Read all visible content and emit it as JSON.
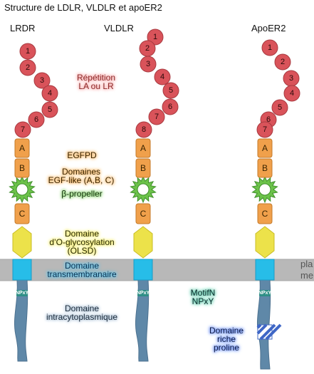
{
  "title": "Structure de LDLR, VLDLR et apoER2",
  "receptors": [
    {
      "name": "LRDR",
      "la_repeats": [
        "1",
        "2",
        "3",
        "4",
        "5",
        "6",
        "7"
      ],
      "egf_a": "A",
      "egf_b": "B",
      "egf_c": "C",
      "npxy": "NPxY",
      "has_proline_domain": false
    },
    {
      "name": "VLDLR",
      "la_repeats": [
        "1",
        "2",
        "3",
        "4",
        "5",
        "6",
        "7",
        "8"
      ],
      "egf_a": "A",
      "egf_b": "B",
      "egf_c": "C",
      "npxy": "NPxY",
      "has_proline_domain": false
    },
    {
      "name": "ApoER2",
      "la_repeats": [
        "1",
        "2",
        "3",
        "4",
        "5",
        "6",
        "7"
      ],
      "egf_a": "A",
      "egf_b": "B",
      "egf_c": "C",
      "npxy": "NPxY",
      "has_proline_domain": true
    }
  ],
  "legend": {
    "la_repeat": [
      "Répétition",
      "LA ou LR"
    ],
    "egfpd": "EGFPD",
    "egf_like": [
      "Domaines",
      "EGF-like (A,B, C)"
    ],
    "beta_propeller": "β-propeller",
    "olsd": [
      "Domaine",
      "d’O-glycosylation",
      "(OLSD)"
    ],
    "transmembrane": [
      "Domaine",
      "transmembranaire"
    ],
    "intracytoplasmic": [
      "Domaine",
      "intracytoplasmique"
    ],
    "npxy_motif": [
      "MotifN",
      "NPxY"
    ],
    "proline": [
      "Domaine",
      "riche",
      "proline"
    ]
  },
  "membrane_label": [
    "pla",
    "me"
  ],
  "colors": {
    "la_repeat": "#d9535a",
    "egf": "#f0a04b",
    "beta_propeller": "#6cc24a",
    "olsd": "#ece24a",
    "transmembrane": "#27bde8",
    "cytoplasmic": "#5f88a8",
    "membrane": "#b8b8b8",
    "proline": "#3f67c6"
  }
}
